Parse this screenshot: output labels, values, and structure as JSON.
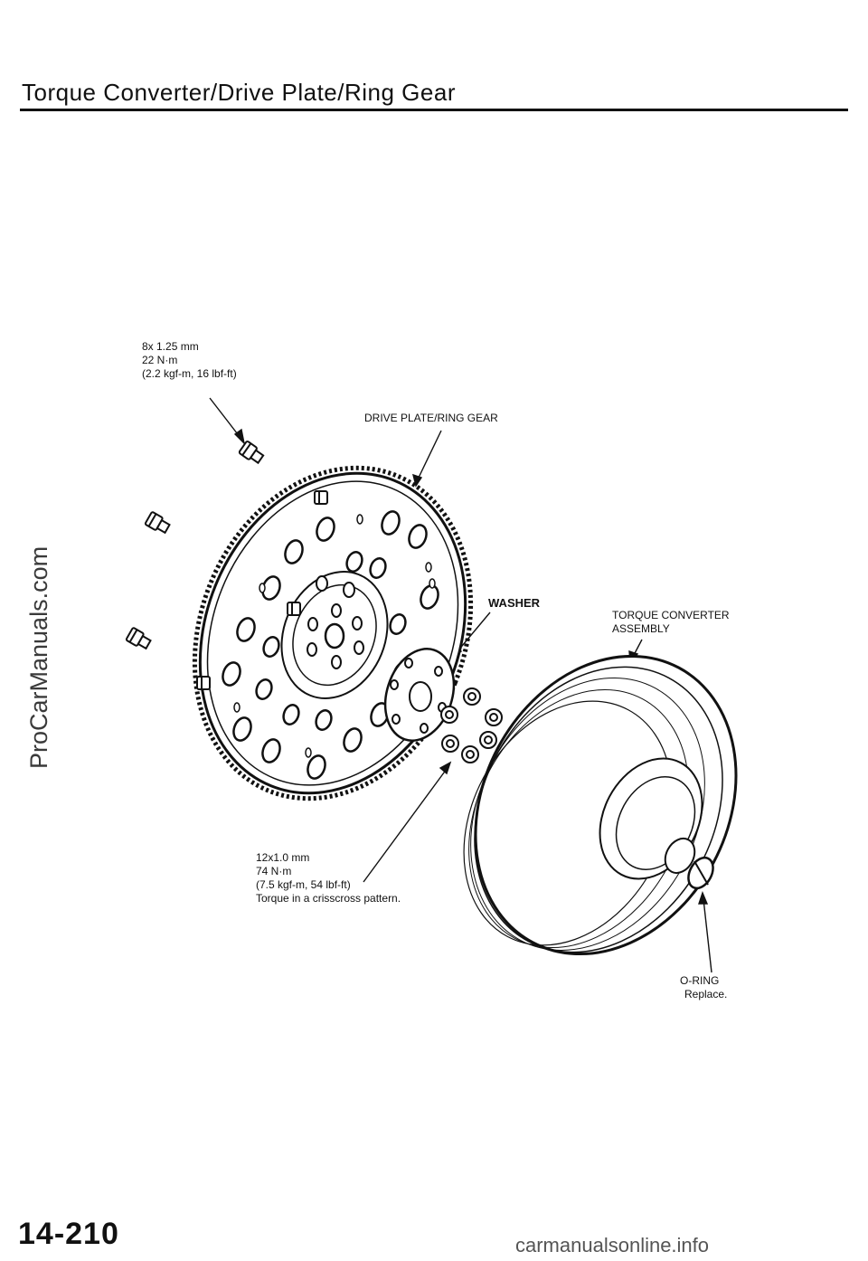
{
  "title": "Torque Converter/Drive Plate/Ring Gear",
  "watermark": "ProCarManuals.com",
  "labels": {
    "bolt_small": [
      "8x 1.25 mm",
      "22 N·m",
      "(2.2 kgf-m, 16 lbf-ft)"
    ],
    "drive_plate": "DRIVE PLATE/RING GEAR",
    "washer": "WASHER",
    "torque_converter": [
      "TORQUE CONVERTER",
      "ASSEMBLY"
    ],
    "bolt_large": [
      "12x1.0 mm",
      "74 N·m",
      "(7.5 kgf-m, 54 lbf-ft)",
      "Torque in a crisscross pattern."
    ],
    "o_ring": [
      "O-RING",
      "Replace."
    ]
  },
  "page_number": "14-210",
  "footer_site": "carmanualsonline.info"
}
